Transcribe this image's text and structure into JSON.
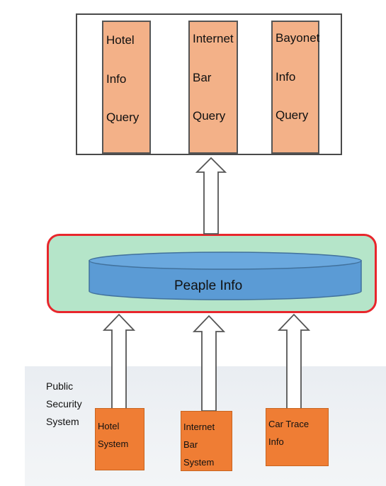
{
  "query_boxes": [
    {
      "lines": [
        "Hotel",
        "Info",
        "Query"
      ]
    },
    {
      "lines": [
        "Internet",
        "Bar",
        "Query"
      ]
    },
    {
      "lines": [
        "Bayonet",
        "Info",
        "Query"
      ]
    }
  ],
  "database": {
    "label": "Peaple Info"
  },
  "public_security": {
    "lines": [
      "Public",
      "Security",
      "System"
    ]
  },
  "sources": [
    {
      "lines": [
        "Hotel",
        "System"
      ]
    },
    {
      "lines": [
        "Internet",
        "Bar",
        "System"
      ]
    },
    {
      "lines": [
        "Car Trace",
        "Info"
      ]
    }
  ],
  "colors": {
    "query_box_fill": "#f3b188",
    "source_box_fill": "#ef7d34",
    "panel_fill": "#b5e5c9",
    "panel_border": "#e8262c",
    "database_fill": "#5b9bd5"
  }
}
